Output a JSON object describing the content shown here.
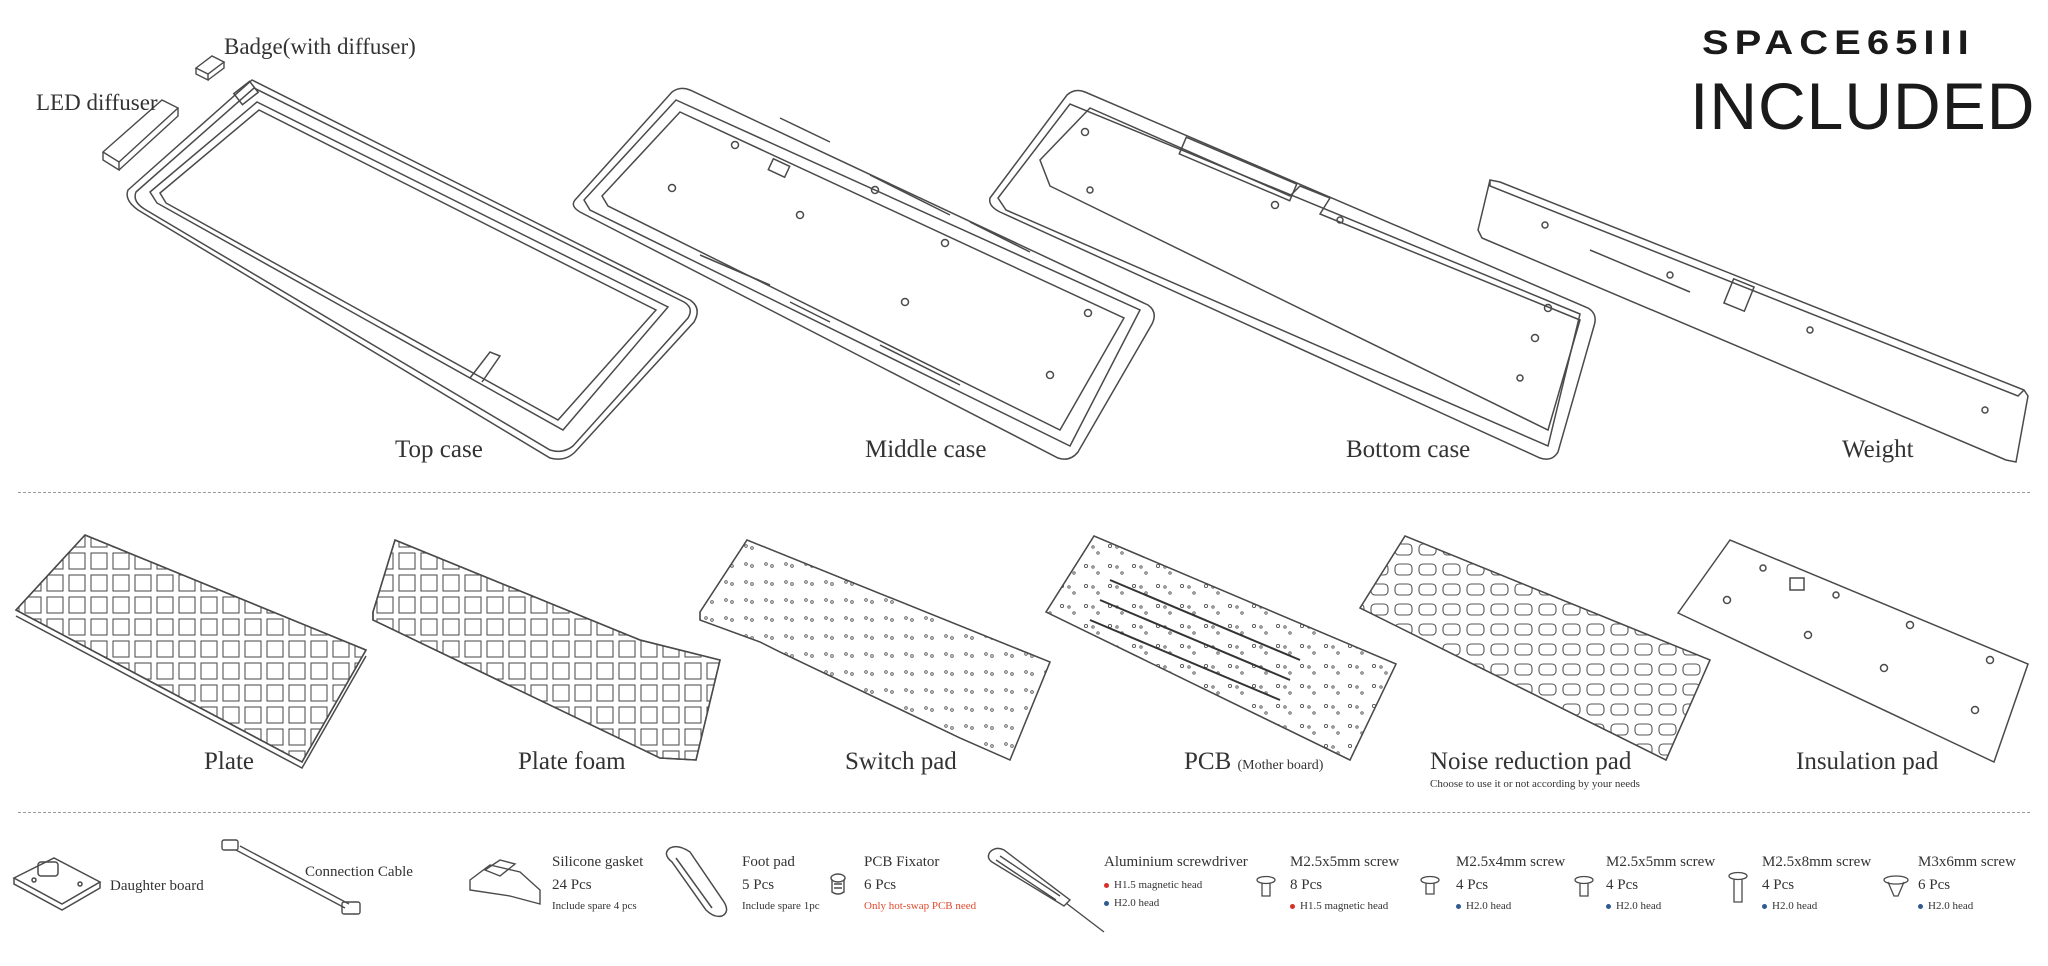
{
  "header": {
    "brand": "SPACE65III",
    "title": "INCLUDED"
  },
  "row1": {
    "badge_label": "Badge(with diffuser)",
    "diffuser_label": "LED diffuser",
    "top_case": "Top case",
    "middle_case": "Middle case",
    "bottom_case": "Bottom case",
    "weight": "Weight"
  },
  "row2": {
    "plate": "Plate",
    "plate_foam": "Plate foam",
    "switch_pad": "Switch pad",
    "pcb": "PCB",
    "pcb_sub": "(Mother board)",
    "noise_pad": "Noise reduction pad",
    "noise_note": "Choose to use it or not according by your needs",
    "insulation_pad": "Insulation pad"
  },
  "row3": {
    "daughter_board": "Daughter board",
    "connection_cable": "Connection Cable",
    "gasket": {
      "name": "Silicone gasket",
      "qty": "24 Pcs",
      "note": "Include spare 4 pcs"
    },
    "foot_pad": {
      "name": "Foot pad",
      "qty": "5 Pcs",
      "note": "Include spare 1pc"
    },
    "fixator": {
      "name": "PCB  Fixator",
      "qty": "6 Pcs",
      "note": "Only hot-swap PCB need"
    },
    "screwdriver": {
      "name": "Aluminium screwdriver",
      "head1": "H1.5 magnetic head",
      "head2": "H2.0 head"
    },
    "screw1": {
      "name": "M2.5x5mm  screw",
      "qty": "8 Pcs",
      "note": "H1.5 magnetic head"
    },
    "screw2": {
      "name": "M2.5x4mm  screw",
      "qty": "4 Pcs",
      "note": "H2.0 head"
    },
    "screw3": {
      "name": "M2.5x5mm  screw",
      "qty": "4 Pcs",
      "note": "H2.0 head"
    },
    "screw4": {
      "name": "M2.5x8mm  screw",
      "qty": "4 Pcs",
      "note": "H2.0 head"
    },
    "screw5": {
      "name": "M3x6mm  screw",
      "qty": "6 Pcs",
      "note": "H2.0 head"
    }
  },
  "colors": {
    "line": "#4a4a4a",
    "accent_red": "#e0492c",
    "dot_red": "#d9302a",
    "dot_blue": "#2f5b8f",
    "divider": "#9a9a9a"
  }
}
